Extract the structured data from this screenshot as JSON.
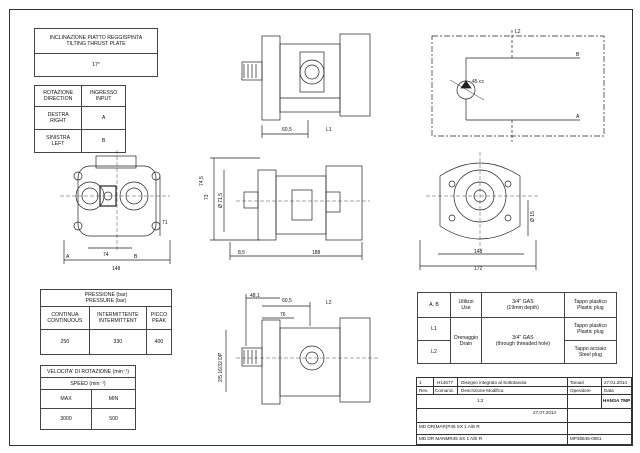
{
  "tilt": {
    "header": "INCLINAZIONE PIATTO REGGISPINTA\nTILTING THRUST PLATE",
    "value": "17°"
  },
  "rotation": {
    "col1": "ROTAZIONE\nDIRECTION",
    "col2": "INGRESSO\nINPUT",
    "rows": [
      {
        "dir": "DESTRA\nRIGHT",
        "input": "A"
      },
      {
        "dir": "SINISTRA\nLEFT",
        "input": "B"
      }
    ]
  },
  "pressure": {
    "header": "PRESSIONE (bar)\nPRESSURE (bar)",
    "cols": [
      "CONTINUA\nCONTINUOUS",
      "INTERMITTENTE\nINTERMITTENT",
      "PICCO\nPEAK"
    ],
    "values": [
      "250",
      "330",
      "400"
    ]
  },
  "speed": {
    "header1": "VELOCITA' DI ROTAZIONE (min⁻¹)",
    "header2": "SPEED (min⁻¹)",
    "cols": [
      "MAX",
      "MIN"
    ],
    "values": [
      "3000",
      "500"
    ]
  },
  "ports": {
    "rows": [
      {
        "port": "A, B",
        "type": "",
        "thread": "3/4\" GAS\n(19mm depth)",
        "plug": "Tappo plastico\nPlastic plug"
      },
      {
        "port": "L1",
        "type": "",
        "thread": "3/4\" GAS\n(through threaded hole)",
        "plug": "Tappo plastico\nPlastic plug"
      },
      {
        "port": "L2",
        "type": "",
        "thread": "",
        "plug": "Tappo acciaio\nSteel plug"
      }
    ],
    "side_labels": [
      "Utilizzi\nUse",
      "Drenaggio\nDrain"
    ]
  },
  "dims": {
    "top": [
      "60,5",
      "L1"
    ],
    "front_left": [
      "71",
      "74",
      "148",
      "A",
      "B"
    ],
    "mid": [
      "74,5",
      "73",
      "Ø 71,5",
      "8,5",
      "188"
    ],
    "right": [
      "Ø 15",
      "148",
      "172"
    ],
    "bottom": [
      "48,1",
      "60,5",
      "76",
      "L2",
      "2/5 16/32 DP"
    ]
  },
  "schematic": {
    "labels": [
      "L2",
      "45 cc",
      "B",
      "A"
    ]
  },
  "title_block": {
    "rev": "1",
    "code": "H14677",
    "desc": "Disegno integrato al Sottotavola",
    "name": "Taruari",
    "date": "27.01.2014",
    "rev_label": "Rev.",
    "comm_label": "Comunic.",
    "desc_label": "Descrizione Modifica",
    "op_label": "Operatore",
    "date_label": "Data",
    "scale": "1:2",
    "mat": "",
    "date2": "27.07.2014",
    "desc_code": "MD DR(MAR)P45 SX 1 A/E R",
    "desc_code2": "MD DR MANMR45 SX 1 A/E R",
    "drawing": "MP35645-0081",
    "company": "HANSA TMP"
  }
}
